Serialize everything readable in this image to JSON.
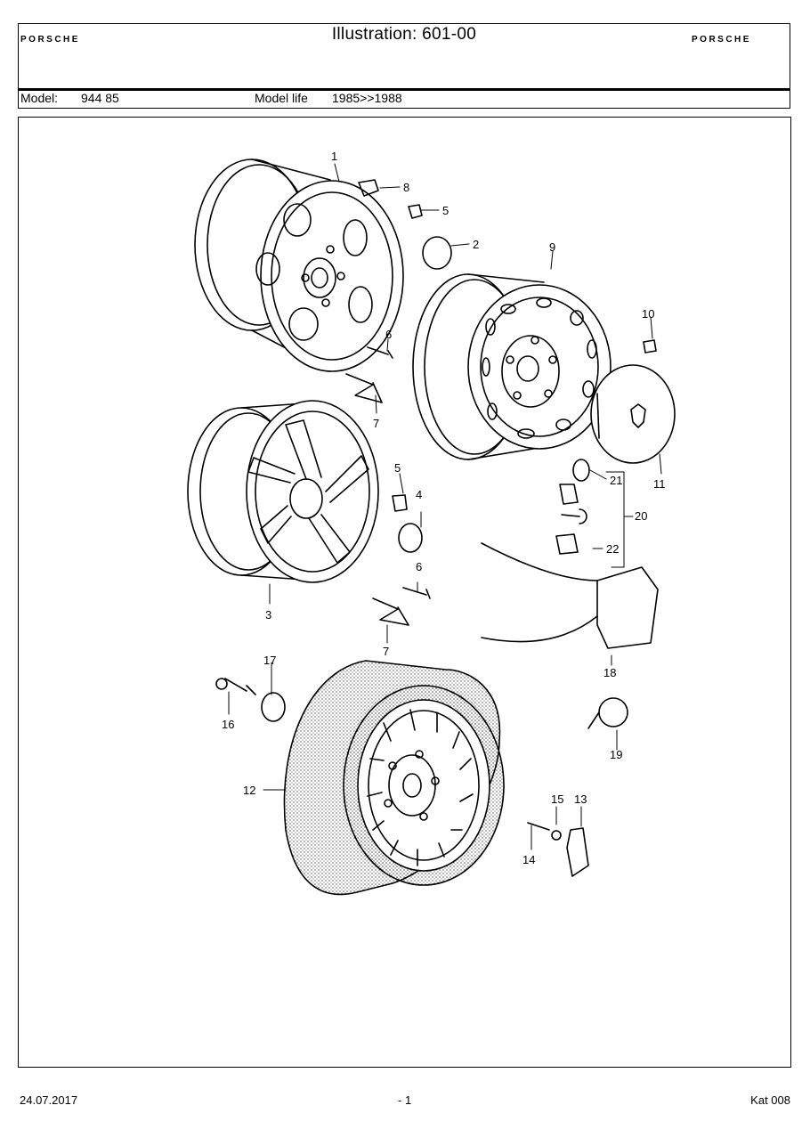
{
  "header": {
    "brand_left": "PORSCHE",
    "brand_right": "PORSCHE",
    "title": "Illustration: 601-00",
    "model_label": "Model:",
    "model_value": "944 85",
    "model_life_label": "Model life",
    "model_life_value": "1985>>1988"
  },
  "callouts": {
    "c1": "1",
    "c2": "2",
    "c3": "3",
    "c4": "4",
    "c5a": "5",
    "c5b": "5",
    "c6a": "6",
    "c6b": "6",
    "c7a": "7",
    "c7b": "7",
    "c8": "8",
    "c9": "9",
    "c10": "10",
    "c11": "11",
    "c12": "12",
    "c13": "13",
    "c14": "14",
    "c15": "15",
    "c16": "16",
    "c17": "17",
    "c18": "18",
    "c19": "19",
    "c20": "20",
    "c21": "21",
    "c22": "22"
  },
  "footer": {
    "date": "24.07.2017",
    "page": "- 1",
    "catalog": "Kat 008"
  }
}
